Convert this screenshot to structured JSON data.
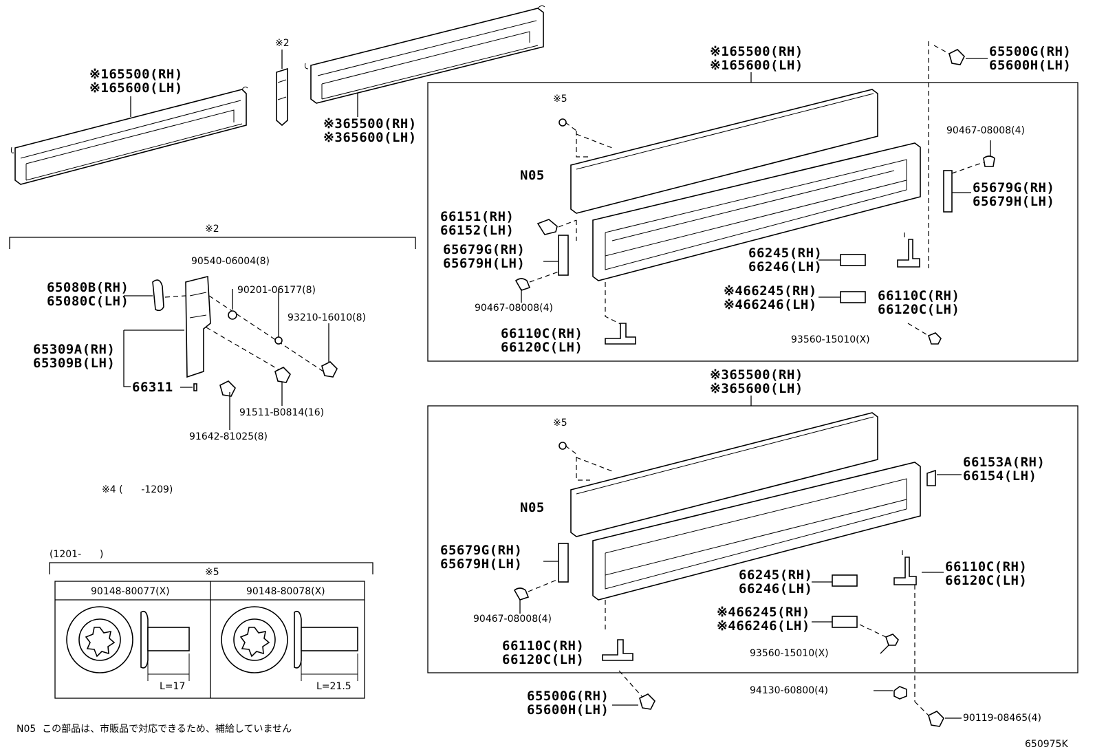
{
  "diagram_code": "650975K",
  "note": "N05  この部品は、市販品で対応できるため、補給していません",
  "note_4": "※4 (      -1209)",
  "note_date": "(1201-      )",
  "top_labels": {
    "a1": "※165500(RH)",
    "a2": "※165600(LH)",
    "b": "※2",
    "c1": "※365500(RH)",
    "c2": "※365600(LH)"
  },
  "sec2": {
    "title": "※2",
    "p1a": "65080B(RH)",
    "p1b": "65080C(LH)",
    "p2": "90540-06004(8)",
    "p3": "90201-06177(8)",
    "p4": "93210-16010(8)",
    "p5a": "65309A(RH)",
    "p5b": "65309B(LH)",
    "p6": "66311",
    "p7": "91511-B0814(16)",
    "p8": "91642-81025(8)"
  },
  "sec5": {
    "title": "※5",
    "col1": "90148-80077(X)",
    "col2": "90148-80078(X)",
    "len1": "L=17",
    "len2": "L=21.5"
  },
  "box1": {
    "hdr1": "※165500(RH)",
    "hdr2": "※165600(LH)",
    "s5": "※5",
    "n05": "N05",
    "a1": "66151(RH)",
    "a2": "66152(LH)",
    "b1": "65679G(RH)",
    "b2": "65679H(LH)",
    "c": "90467-08008(4)",
    "d1": "66110C(RH)",
    "d2": "66120C(LH)",
    "e1": "66245(RH)",
    "e2": "66246(LH)",
    "f1": "※466245(RH)",
    "f2": "※466246(LH)",
    "g1": "66110C(RH)",
    "g2": "66120C(LH)",
    "h": "93560-15010(X)",
    "i": "90467-08008(4)",
    "j1": "65679G(RH)",
    "j2": "65679H(LH)",
    "k1": "65500G(RH)",
    "k2": "65600H(LH)"
  },
  "box2": {
    "hdr1": "※365500(RH)",
    "hdr2": "※365600(LH)",
    "s5": "※5",
    "n05": "N05",
    "a1": "66153A(RH)",
    "a2": "66154(LH)",
    "b1": "65679G(RH)",
    "b2": "65679H(LH)",
    "c": "90467-08008(4)",
    "d1": "66245(RH)",
    "d2": "66246(LH)",
    "e1": "66110C(RH)",
    "e2": "66120C(LH)",
    "f1": "※466245(RH)",
    "f2": "※466246(LH)",
    "g": "93560-15010(X)",
    "h1": "66110C(RH)",
    "h2": "66120C(LH)",
    "i1": "65500G(RH)",
    "i2": "65600H(LH)",
    "j": "94130-60800(4)",
    "k": "90119-08465(4)"
  }
}
